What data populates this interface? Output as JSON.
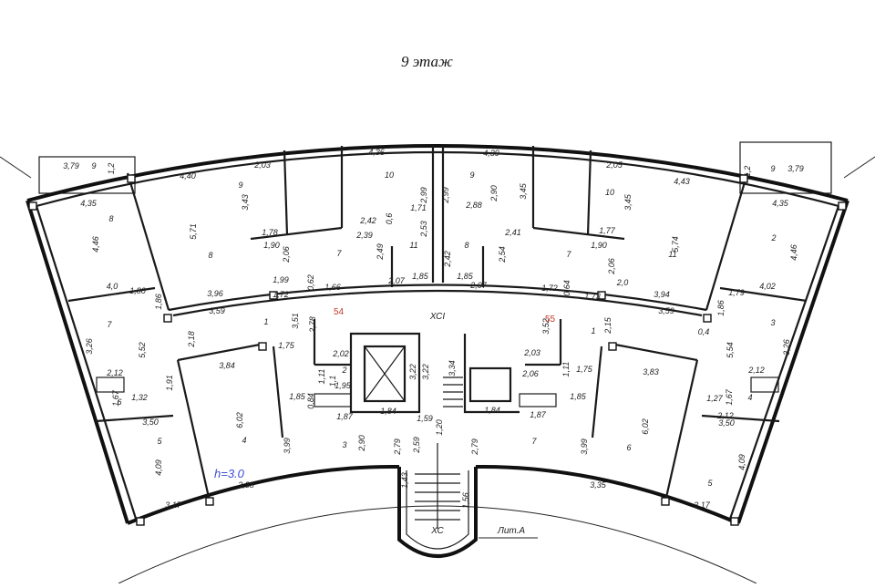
{
  "title": "9 этаж",
  "stamps": {
    "lit": "Лит.А",
    "xc": "ХС",
    "xci": "ХСI",
    "height_note": "h=3.0",
    "red_left": "54",
    "red_right": "55"
  },
  "labels": [
    {
      "t": "3,79"
    },
    {
      "t": "9"
    },
    {
      "t": "1,2"
    },
    {
      "t": "4,40"
    },
    {
      "t": "2,03"
    },
    {
      "t": "9"
    },
    {
      "t": "3,43"
    },
    {
      "t": "5,71"
    },
    {
      "t": "8"
    },
    {
      "t": "4,36"
    },
    {
      "t": "10"
    },
    {
      "t": "2,99"
    },
    {
      "t": "2,99"
    },
    {
      "t": "9"
    },
    {
      "t": "4,39"
    },
    {
      "t": "2,90"
    },
    {
      "t": "3,45"
    },
    {
      "t": "2,88"
    },
    {
      "t": "2,05"
    },
    {
      "t": "10"
    },
    {
      "t": "3,45"
    },
    {
      "t": "4,43"
    },
    {
      "t": "5,74"
    },
    {
      "t": "11"
    },
    {
      "t": "1,2"
    },
    {
      "t": "9"
    },
    {
      "t": "3,79"
    },
    {
      "t": "4,35"
    },
    {
      "t": "8"
    },
    {
      "t": "4,46"
    },
    {
      "t": "4,0"
    },
    {
      "t": "1,80"
    },
    {
      "t": "1,86"
    },
    {
      "t": "7"
    },
    {
      "t": "3,26"
    },
    {
      "t": "5,52"
    },
    {
      "t": "2,12"
    },
    {
      "t": "1,67"
    },
    {
      "t": "6"
    },
    {
      "t": "1,32"
    },
    {
      "t": "1,91"
    },
    {
      "t": "3,50"
    },
    {
      "t": "5"
    },
    {
      "t": "4,09"
    },
    {
      "t": "3,17"
    },
    {
      "t": "1,78"
    },
    {
      "t": "1,90"
    },
    {
      "t": "2,06"
    },
    {
      "t": "2,42"
    },
    {
      "t": "2,39"
    },
    {
      "t": "0,6"
    },
    {
      "t": "1,71"
    },
    {
      "t": "2,53"
    },
    {
      "t": "11"
    },
    {
      "t": "2,49"
    },
    {
      "t": "7"
    },
    {
      "t": "1,85"
    },
    {
      "t": "2,42"
    },
    {
      "t": "8"
    },
    {
      "t": "1,85"
    },
    {
      "t": "2,41"
    },
    {
      "t": "2,54"
    },
    {
      "t": "7"
    },
    {
      "t": "1,77"
    },
    {
      "t": "1,90"
    },
    {
      "t": "2,06"
    },
    {
      "t": "1,99"
    },
    {
      "t": "3,96"
    },
    {
      "t": "1,72"
    },
    {
      "t": "0,62"
    },
    {
      "t": "1,66"
    },
    {
      "t": "2,07"
    },
    {
      "t": "2,07"
    },
    {
      "t": "1,72"
    },
    {
      "t": "0,64"
    },
    {
      "t": "2,0"
    },
    {
      "t": "1,73"
    },
    {
      "t": "3,94"
    },
    {
      "t": "3,59"
    },
    {
      "t": "1"
    },
    {
      "t": "3,51"
    },
    {
      "t": "2,78"
    },
    {
      "t": "2,18"
    },
    {
      "t": "1,75"
    },
    {
      "t": "3,84"
    },
    {
      "t": "2,02"
    },
    {
      "t": "2"
    },
    {
      "t": "1,11"
    },
    {
      "t": "1,1"
    },
    {
      "t": "1,95"
    },
    {
      "t": "1,85"
    },
    {
      "t": "0,84"
    },
    {
      "t": "1,87"
    },
    {
      "t": "6,02"
    },
    {
      "t": "4"
    },
    {
      "t": "3,99"
    },
    {
      "t": "3"
    },
    {
      "t": "2,90"
    },
    {
      "t": "3,22"
    },
    {
      "t": "3,22"
    },
    {
      "t": "3,34"
    },
    {
      "t": "1,84"
    },
    {
      "t": "1,59"
    },
    {
      "t": "1,20"
    },
    {
      "t": "2,79"
    },
    {
      "t": "2,79"
    },
    {
      "t": "2,59"
    },
    {
      "t": "3,38"
    },
    {
      "t": "2,03"
    },
    {
      "t": "3,52"
    },
    {
      "t": "1"
    },
    {
      "t": "2,15"
    },
    {
      "t": "3,59"
    },
    {
      "t": "0,4"
    },
    {
      "t": "1,86"
    },
    {
      "t": "1,79"
    },
    {
      "t": "4,02"
    },
    {
      "t": "3"
    },
    {
      "t": "3,26"
    },
    {
      "t": "5,54"
    },
    {
      "t": "2,06"
    },
    {
      "t": "1,11"
    },
    {
      "t": "1,75"
    },
    {
      "t": "3,83"
    },
    {
      "t": "1,85"
    },
    {
      "t": "1,87"
    },
    {
      "t": "1,84"
    },
    {
      "t": "7"
    },
    {
      "t": "3,99"
    },
    {
      "t": "6"
    },
    {
      "t": "6,02"
    },
    {
      "t": "2,12"
    },
    {
      "t": "1,27"
    },
    {
      "t": "1,67"
    },
    {
      "t": "4"
    },
    {
      "t": "2,12"
    },
    {
      "t": "3,50"
    },
    {
      "t": "4,09"
    },
    {
      "t": "5"
    },
    {
      "t": "3,35"
    },
    {
      "t": "3,17"
    },
    {
      "t": "4,35"
    },
    {
      "t": "2"
    },
    {
      "t": "4,46"
    },
    {
      "t": "1,43"
    },
    {
      "t": "1,56"
    }
  ]
}
